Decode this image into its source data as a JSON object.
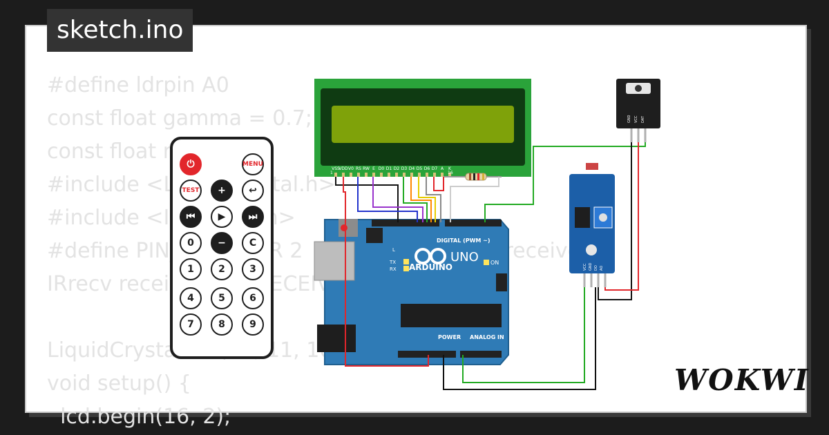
{
  "project": {
    "filename": "sketch.ino",
    "brand": "WOKWI"
  },
  "code_lines": [
    "#define ldrpin A0",
    "const float gamma = 0.7;",
    "const float rl10 = 50;",
    "#include <LiquidCrystal.h>",
    "#include <IRremote.h>",
    "#define PIN_RECEIVER 2   // Signal Pin of IR receiver",
    "IRrecv receiver(PIN_RECEIVER);",
    "",
    "LiquidCrystal lcd(12, 11, 10, 9, 8, 7);",
    "void setup() {",
    "  lcd.begin(16, 2);"
  ],
  "arduino": {
    "brand": "ARDUINO",
    "model": "UNO",
    "digital_label": "DIGITAL (PWM ~)",
    "power_label": "POWER",
    "analog_label": "ANALOG IN",
    "on_label": "ON",
    "l_label": "L",
    "tx_label": "TX",
    "rx_label": "RX"
  },
  "lcd_pins": [
    "VSS",
    "VDD",
    "V0",
    "RS",
    "RW",
    "E",
    "D0",
    "D1",
    "D2",
    "D3",
    "D4",
    "D5",
    "D6",
    "D7",
    "A",
    "K"
  ],
  "lcd_pin_ends": {
    "first": "1",
    "last": "16"
  },
  "ir_receiver": {
    "pins": [
      "GND",
      "VCC",
      "DAT"
    ]
  },
  "ldr_module": {
    "pins": [
      "VCC",
      "GND",
      "DO",
      "AO"
    ]
  },
  "remote": {
    "buttons": [
      {
        "name": "power-button",
        "label": "⏻",
        "style": "red"
      },
      {
        "name": "menu-button",
        "label": "MENU",
        "style": "lbl"
      },
      {
        "name": "test-button",
        "label": "TEST",
        "style": "lbl"
      },
      {
        "name": "plus-button",
        "label": "+",
        "style": "dark"
      },
      {
        "name": "back-button",
        "label": "↩",
        "style": "plain"
      },
      {
        "name": "prev-button",
        "label": "⏮",
        "style": "dark"
      },
      {
        "name": "play-button",
        "label": "▶",
        "style": "plain"
      },
      {
        "name": "next-button",
        "label": "⏭",
        "style": "dark"
      },
      {
        "name": "digit-0-button",
        "label": "0",
        "style": "plain"
      },
      {
        "name": "minus-button",
        "label": "−",
        "style": "dark"
      },
      {
        "name": "c-button",
        "label": "C",
        "style": "plain"
      },
      {
        "name": "digit-1-button",
        "label": "1",
        "style": "plain"
      },
      {
        "name": "digit-2-button",
        "label": "2",
        "style": "plain"
      },
      {
        "name": "digit-3-button",
        "label": "3",
        "style": "plain"
      },
      {
        "name": "digit-4-button",
        "label": "4",
        "style": "plain"
      },
      {
        "name": "digit-5-button",
        "label": "5",
        "style": "plain"
      },
      {
        "name": "digit-6-button",
        "label": "6",
        "style": "plain"
      },
      {
        "name": "digit-7-button",
        "label": "7",
        "style": "plain"
      },
      {
        "name": "digit-8-button",
        "label": "8",
        "style": "plain"
      },
      {
        "name": "digit-9-button",
        "label": "9",
        "style": "plain"
      }
    ]
  },
  "colors": {
    "background": "#1c1c1c",
    "card": "#ffffff",
    "arduino_board": "#2f7bb6",
    "lcd_board": "#2aa33a",
    "lcd_screen": "#7fa20a",
    "ldr_board": "#1c5fa8",
    "remote_red": "#e2262b"
  }
}
